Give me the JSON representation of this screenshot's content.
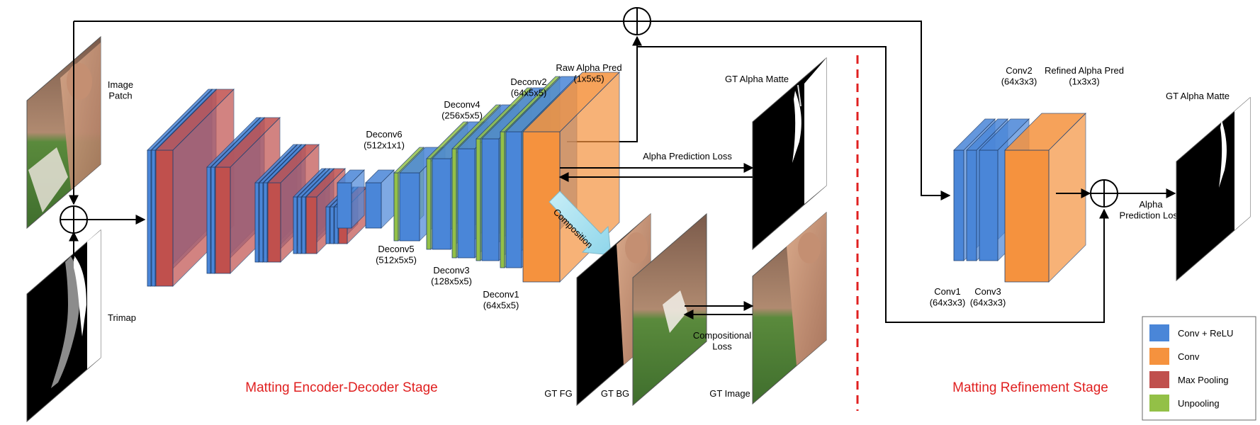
{
  "colors": {
    "conv_relu": "#4a86d8",
    "conv": "#f5923e",
    "max_pooling": "#c0504d",
    "unpooling": "#93c047",
    "stage_text": "#e02020",
    "divider": "#e02020",
    "composition_arrow": "#aee4f0"
  },
  "inputs": {
    "image_patch": "Image\nPatch",
    "trimap": "Trimap"
  },
  "layers": {
    "deconv6": "Deconv6\n(512x1x1)",
    "deconv5": "Deconv5\n(512x5x5)",
    "deconv4": "Deconv4\n(256x5x5)",
    "deconv3": "Deconv3\n(128x5x5)",
    "deconv2": "Deconv2\n(64x5x5)",
    "deconv1": "Deconv1\n(64x5x5)",
    "raw_alpha": "Raw Alpha Pred\n(1x5x5)",
    "conv2": "Conv2\n(64x3x3)",
    "refined_alpha": "Refined Alpha Pred\n(1x3x3)",
    "conv1": "Conv1\n(64x3x3)",
    "conv3": "Conv3\n(64x3x3)"
  },
  "images": {
    "gt_alpha_1": "GT Alpha Matte",
    "gt_alpha_2": "GT Alpha Matte",
    "gt_fg": "GT FG",
    "gt_bg": "GT BG",
    "gt_image": "GT Image"
  },
  "losses": {
    "alpha_prediction": "Alpha Prediction Loss",
    "compositional": "Compositional\nLoss",
    "alpha_prediction_small": "Alpha\nPrediction Loss",
    "composition": "Composition"
  },
  "stages": {
    "encoder_decoder": "Matting Encoder-Decoder Stage",
    "refinement": "Matting Refinement Stage"
  },
  "legend": [
    {
      "label": "Conv + ReLU",
      "color": "#4a86d8"
    },
    {
      "label": "Conv",
      "color": "#f5923e"
    },
    {
      "label": "Max Pooling",
      "color": "#c0504d"
    },
    {
      "label": "Unpooling",
      "color": "#93c047"
    }
  ]
}
